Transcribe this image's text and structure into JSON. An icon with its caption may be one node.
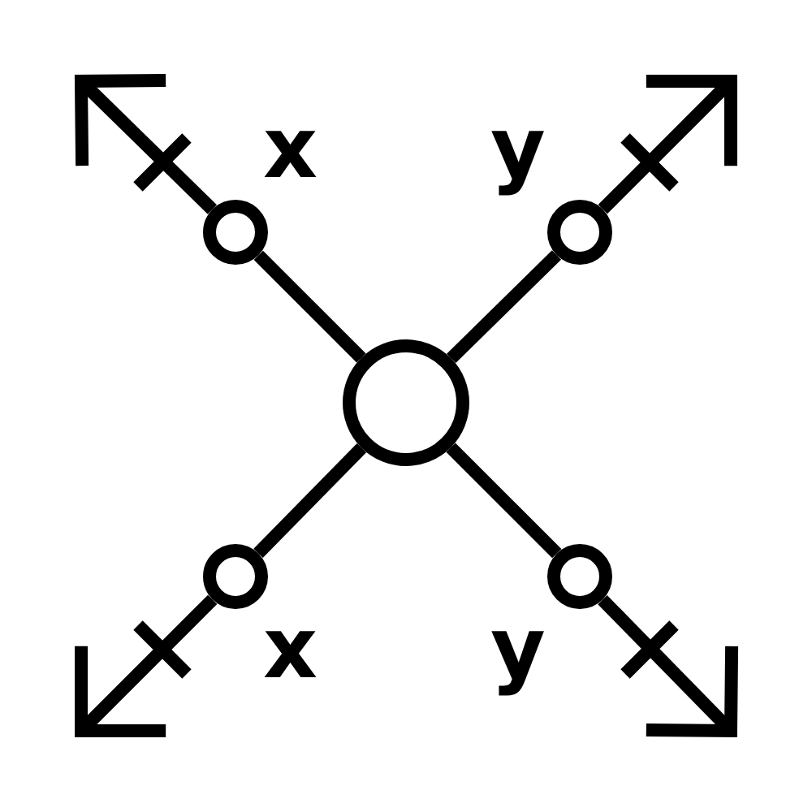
{
  "diagram": {
    "nodes": [
      {
        "text": [],
        "shape": "circle"
      },
      {
        "text": [],
        "shape": "circle"
      },
      {
        "text": [],
        "shape": "circle"
      },
      {
        "text": [],
        "shape": "circle"
      },
      {
        "text": [],
        "shape": "circle"
      }
    ],
    "edges": [
      {
        "from": 0,
        "to": 1,
        "arrow": "none"
      },
      {
        "from": 0,
        "to": 2,
        "arrow": "none"
      },
      {
        "from": 0,
        "to": 3,
        "arrow": "none"
      },
      {
        "from": 0,
        "to": 4,
        "arrow": "none"
      },
      {
        "from": 1,
        "to": null,
        "arrow": "to"
      },
      {
        "from": 2,
        "to": null,
        "arrow": "to"
      },
      {
        "from": 3,
        "to": null,
        "arrow": "to"
      },
      {
        "from": 4,
        "to": null,
        "arrow": "to"
      }
    ],
    "labels": [
      "x",
      "y",
      "x",
      "y"
    ]
  }
}
